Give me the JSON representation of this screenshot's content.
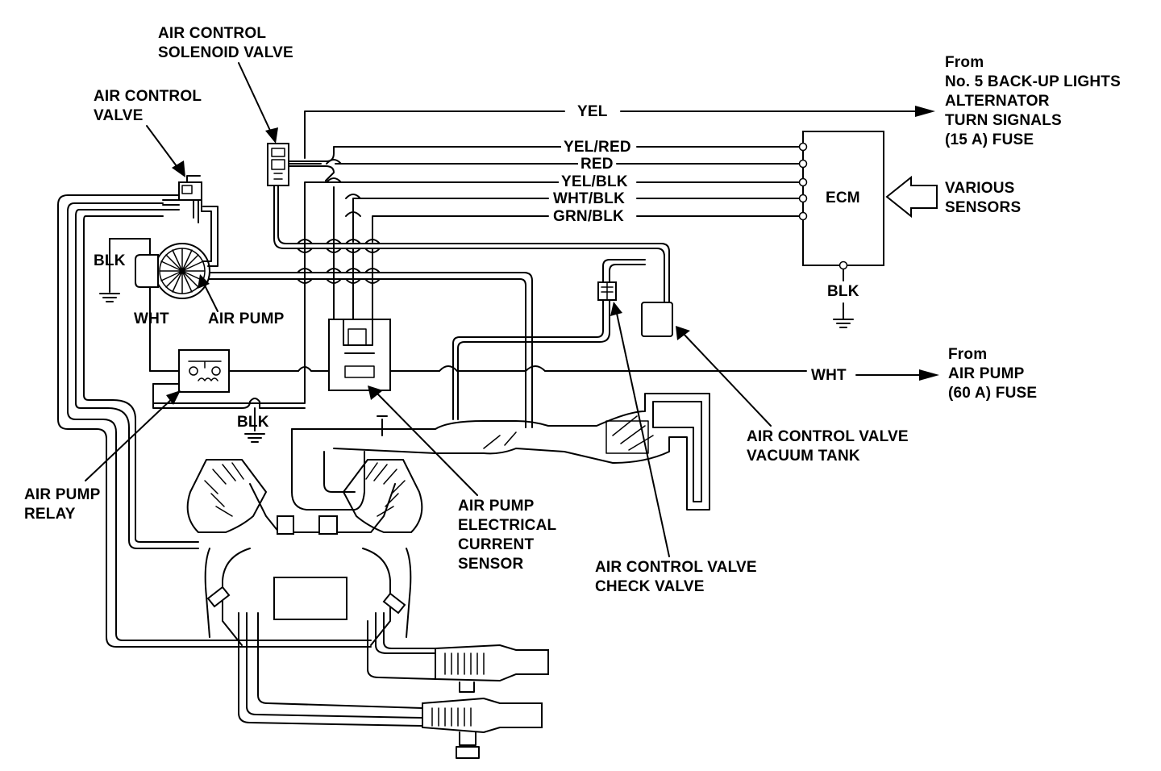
{
  "labels": {
    "air_control_solenoid_valve": "AIR CONTROL\nSOLENOID VALVE",
    "air_control_valve": "AIR CONTROL\nVALVE",
    "from_backup_fuse": "From\nNo. 5 BACK-UP LIGHTS\nALTERNATOR\nTURN SIGNALS\n(15 A) FUSE",
    "ecm": "ECM",
    "various_sensors": "VARIOUS\nSENSORS",
    "ecm_ground": "BLK",
    "pump_ground": "BLK",
    "relay_ground": "BLK",
    "wht_left": "WHT",
    "air_pump": "AIR PUMP",
    "from_air_pump_fuse": "From\nAIR PUMP\n(60 A) FUSE",
    "wht_right": "WHT",
    "air_control_valve_vacuum_tank": "AIR CONTROL VALVE\nVACUUM TANK",
    "air_pump_relay": "AIR PUMP\nRELAY",
    "air_pump_current_sensor": "AIR PUMP\nELECTRICAL\nCURRENT\nSENSOR",
    "air_control_valve_check_valve": "AIR CONTROL VALVE\nCHECK VALVE"
  },
  "wires": [
    "YEL",
    "YEL/RED",
    "RED",
    "YEL/BLK",
    "WHT/BLK",
    "GRN/BLK"
  ]
}
